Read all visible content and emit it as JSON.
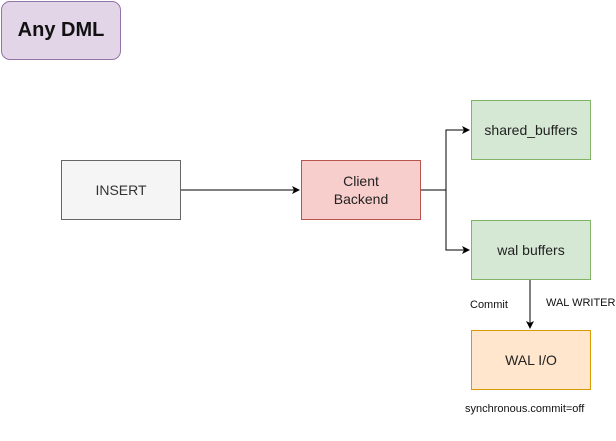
{
  "title": "Any DML",
  "nodes": {
    "insert": "INSERT",
    "client_backend_line1": "Client",
    "client_backend_line2": "Backend",
    "shared_buffers": "shared_buffers",
    "wal_buffers": "wal buffers",
    "wal_io": "WAL I/O"
  },
  "labels": {
    "commit": "Commit",
    "wal_writer": "WAL WRITER",
    "synchronous_commit": "synchronous.commit=off"
  },
  "colors": {
    "title_fill": "#e1d5e7",
    "insert_fill": "#f5f5f5",
    "backend_fill": "#f8cecc",
    "buffers_fill": "#d5e8d4",
    "wal_io_fill": "#ffe6cc"
  }
}
